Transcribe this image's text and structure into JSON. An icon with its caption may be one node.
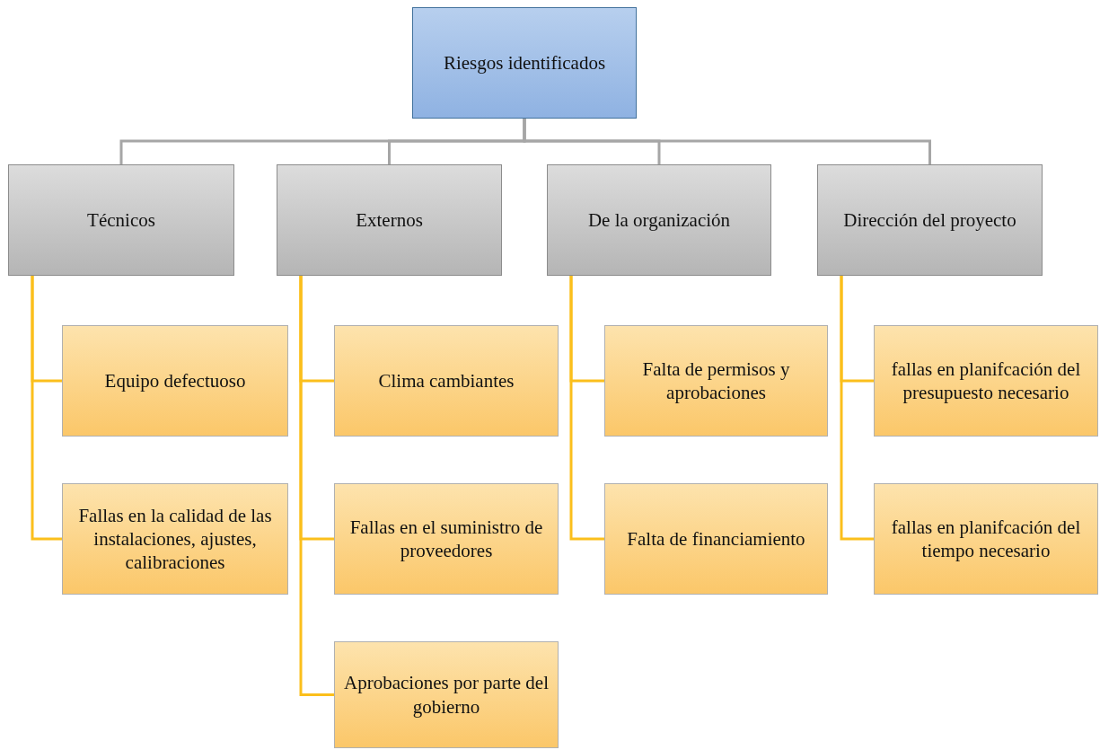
{
  "diagram": {
    "nodes": [
      {
        "text": [
          "Riesgos identificados"
        ]
      },
      {
        "text": [
          "Técnicos"
        ]
      },
      {
        "text": [
          "Externos"
        ]
      },
      {
        "text": [
          "De la organización"
        ]
      },
      {
        "text": [
          "Dirección del proyecto"
        ]
      },
      {
        "text": [
          "Equipo defectuoso"
        ]
      },
      {
        "text": [
          "Fallas en la calidad de las instalaciones, ajustes, calibraciones"
        ]
      },
      {
        "text": [
          "Clima cambiantes"
        ]
      },
      {
        "text": [
          "Fallas en el suministro de proveedores"
        ]
      },
      {
        "text": [
          "Aprobaciones  por parte del gobierno"
        ]
      },
      {
        "text": [
          "Falta de permisos y aprobaciones"
        ]
      },
      {
        "text": [
          "Falta de financiamiento"
        ]
      },
      {
        "text": [
          "fallas en planifcación del presupuesto necesario"
        ]
      },
      {
        "text": [
          "fallas en planifcación del tiempo necesario"
        ]
      }
    ],
    "edges": [
      {
        "from": 0,
        "to": 1,
        "arrow": "none",
        "color": "#a6a6a6"
      },
      {
        "from": 0,
        "to": 2,
        "arrow": "none",
        "color": "#a6a6a6"
      },
      {
        "from": 0,
        "to": 3,
        "arrow": "none",
        "color": "#a6a6a6"
      },
      {
        "from": 0,
        "to": 4,
        "arrow": "none",
        "color": "#a6a6a6"
      },
      {
        "from": 1,
        "to": 5,
        "arrow": "none"
      },
      {
        "from": 1,
        "to": 6,
        "arrow": "none"
      },
      {
        "from": 2,
        "to": 7,
        "arrow": "none"
      },
      {
        "from": 2,
        "to": 8,
        "arrow": "none"
      },
      {
        "from": 2,
        "to": 9,
        "arrow": "none"
      },
      {
        "from": 3,
        "to": 10,
        "arrow": "none"
      },
      {
        "from": 3,
        "to": 11,
        "arrow": "none"
      },
      {
        "from": 4,
        "to": 12,
        "arrow": "none"
      },
      {
        "from": 4,
        "to": 13,
        "arrow": "none"
      }
    ]
  }
}
